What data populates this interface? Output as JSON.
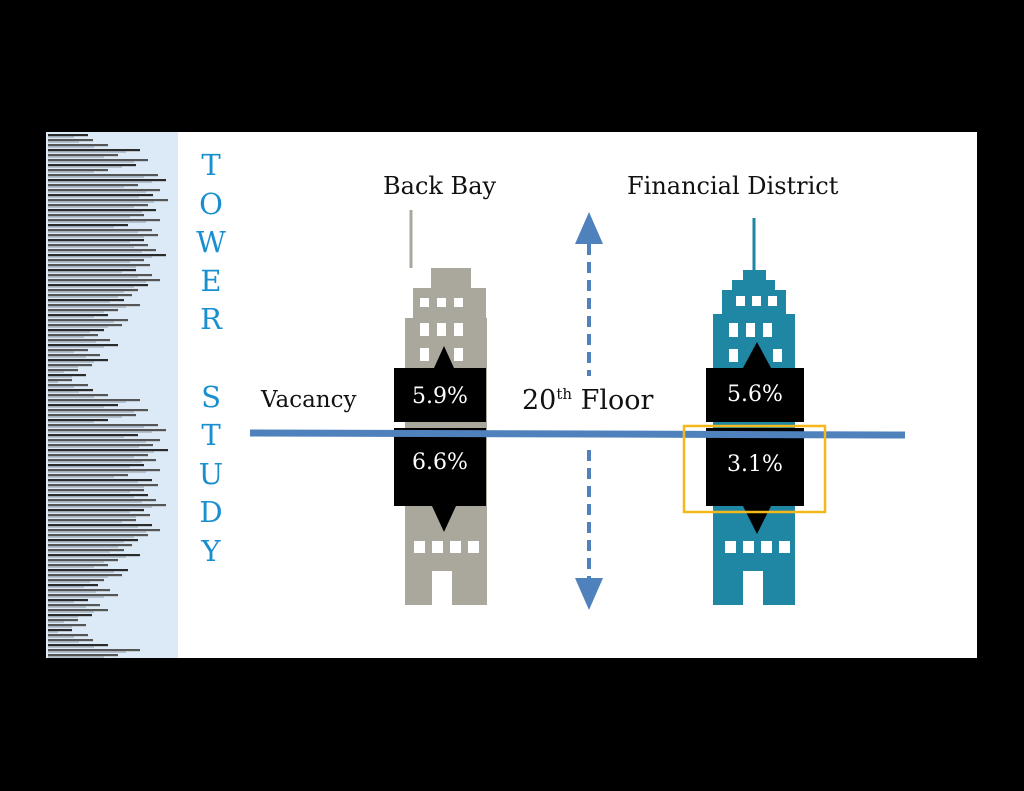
{
  "title_letters": [
    "T",
    "O",
    "W",
    "E",
    "R",
    "",
    "S",
    "T",
    "U",
    "D",
    "Y"
  ],
  "districts": [
    {
      "name": "Back Bay",
      "above_pct": "5.9%",
      "below_pct": "6.6%",
      "color": "#aaa79d"
    },
    {
      "name": "Financial District",
      "above_pct": "5.6%",
      "below_pct": "3.1%",
      "color": "#1f86a3",
      "highlight_below": true
    }
  ],
  "vacancy_label": "Vacancy",
  "floor_label": {
    "number": "20",
    "suffix": "th",
    "word": "Floor"
  },
  "colors": {
    "title": "#1a8fd0",
    "line": "#4f81bd",
    "arrow": "#4f81bd",
    "highlight": "#f5b81b",
    "skyline_bg": "#dce9f6"
  },
  "icons": [
    "skyline-image",
    "building-icon",
    "up-arrow-icon",
    "down-arrow-icon"
  ]
}
